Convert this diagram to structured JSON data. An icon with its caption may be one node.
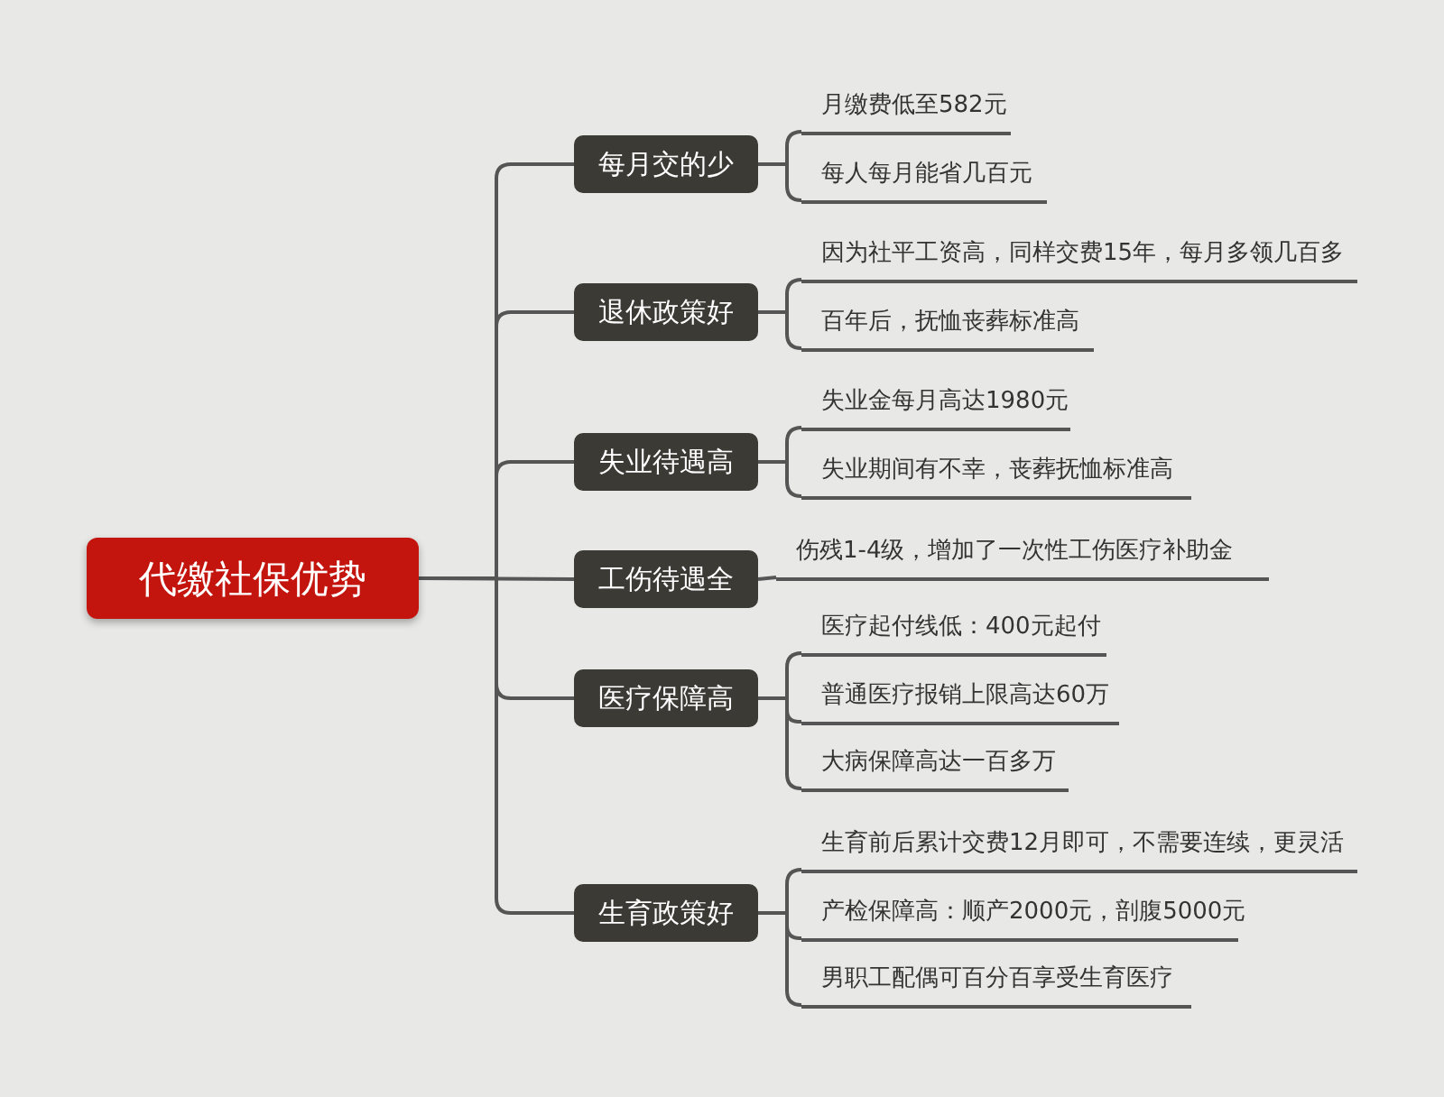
{
  "diagram": {
    "nodes": [
      {
        "text": [
          "代缴社保优势"
        ]
      },
      {
        "text": [
          "每月交的少"
        ]
      },
      {
        "text": [
          "月缴费低至582元"
        ]
      },
      {
        "text": [
          "每人每月能省几百元"
        ]
      },
      {
        "text": [
          "退休政策好"
        ]
      },
      {
        "text": [
          "因为社平工资高，同样交费15年，每月多领几百多"
        ]
      },
      {
        "text": [
          "百年后，抚恤丧葬标准高"
        ]
      },
      {
        "text": [
          "失业待遇高"
        ]
      },
      {
        "text": [
          "失业金每月高达1980元"
        ]
      },
      {
        "text": [
          "失业期间有不幸，丧葬抚恤标准高"
        ]
      },
      {
        "text": [
          "工伤待遇全"
        ]
      },
      {
        "text": [
          "伤残1-4级，增加了一次性工伤医疗补助金"
        ]
      },
      {
        "text": [
          "医疗保障高"
        ]
      },
      {
        "text": [
          "医疗起付线低：400元起付"
        ]
      },
      {
        "text": [
          "普通医疗报销上限高达60万"
        ]
      },
      {
        "text": [
          "大病保障高达一百多万"
        ]
      },
      {
        "text": [
          "生育政策好"
        ]
      },
      {
        "text": [
          "生育前后累计交费12月即可，不需要连续，更灵活"
        ]
      },
      {
        "text": [
          "产检保障高：顺产2000元，剖腹5000元"
        ]
      },
      {
        "text": [
          "男职工配偶可百分百享受生育医疗"
        ]
      }
    ],
    "edges": [
      {
        "from": 0,
        "to": 1,
        "arrow": "none"
      },
      {
        "from": 0,
        "to": 4,
        "arrow": "none"
      },
      {
        "from": 0,
        "to": 7,
        "arrow": "none"
      },
      {
        "from": 0,
        "to": 10,
        "arrow": "none"
      },
      {
        "from": 0,
        "to": 12,
        "arrow": "none"
      },
      {
        "from": 0,
        "to": 16,
        "arrow": "none"
      },
      {
        "from": 1,
        "to": 2,
        "arrow": "none"
      },
      {
        "from": 1,
        "to": 3,
        "arrow": "none"
      },
      {
        "from": 4,
        "to": 5,
        "arrow": "none"
      },
      {
        "from": 4,
        "to": 6,
        "arrow": "none"
      },
      {
        "from": 7,
        "to": 8,
        "arrow": "none"
      },
      {
        "from": 7,
        "to": 9,
        "arrow": "none"
      },
      {
        "from": 10,
        "to": 11,
        "arrow": "none"
      },
      {
        "from": 12,
        "to": 13,
        "arrow": "none"
      },
      {
        "from": 12,
        "to": 14,
        "arrow": "none"
      },
      {
        "from": 12,
        "to": 15,
        "arrow": "none"
      },
      {
        "from": 16,
        "to": 17,
        "arrow": "none"
      },
      {
        "from": 16,
        "to": 18,
        "arrow": "none"
      },
      {
        "from": 16,
        "to": 19,
        "arrow": "none"
      }
    ]
  }
}
